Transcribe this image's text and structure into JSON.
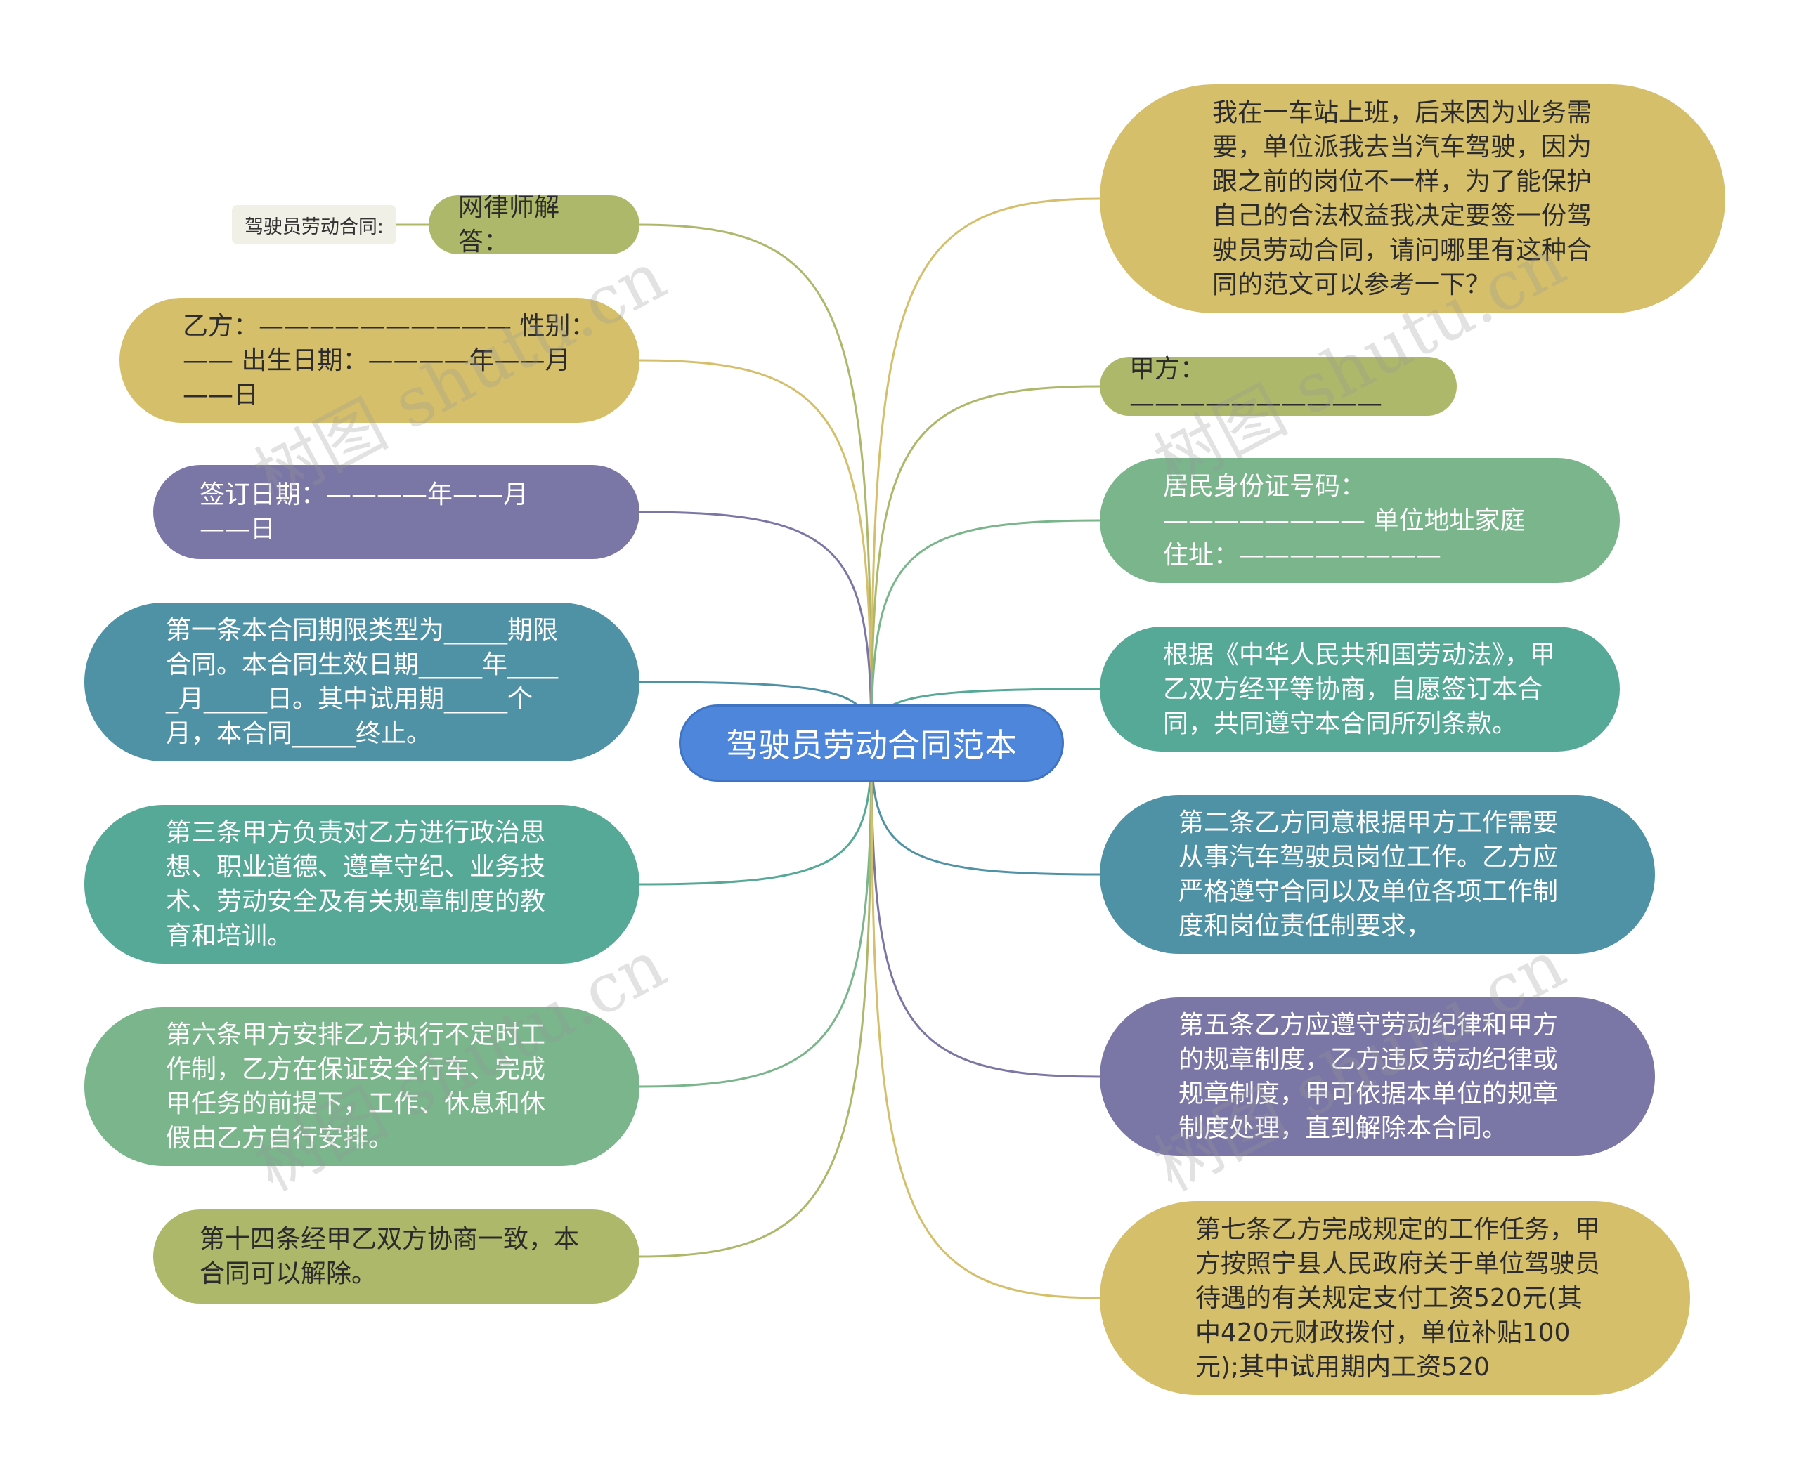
{
  "root": {
    "label": "驾驶员劳动合同范本"
  },
  "tag": {
    "label": "驾驶员劳动合同:"
  },
  "left": [
    {
      "id": "l1",
      "text": "网律师解答：",
      "color": "#aeb86a"
    },
    {
      "id": "l2",
      "text": "乙方：—————————— 性别：—— 出生日期：————年——月——日",
      "color": "#d5bf6b"
    },
    {
      "id": "l3",
      "text": "签订日期：————年——月——日",
      "color": "#7a77a6"
    },
    {
      "id": "l4",
      "text": "第一条本合同期限类型为_____期限合同。本合同生效日期_____年_____月_____日。其中试用期_____个月，本合同_____终止。",
      "color": "#4f91a5"
    },
    {
      "id": "l5",
      "text": "第三条甲方负责对乙方进行政治思想、职业道德、遵章守纪、业务技术、劳动安全及有关规章制度的教育和培训。",
      "color": "#56a897"
    },
    {
      "id": "l6",
      "text": "第六条甲方安排乙方执行不定时工作制，乙方在保证安全行车、完成甲任务的前提下，工作、休息和休假由乙方自行安排。",
      "color": "#7ab58c"
    },
    {
      "id": "l7",
      "text": "第十四条经甲乙双方协商一致，本合同可以解除。",
      "color": "#aeb86a"
    }
  ],
  "right": [
    {
      "id": "r1",
      "text": "我在一车站上班，后来因为业务需要，单位派我去当汽车驾驶，因为跟之前的岗位不一样，为了能保护自己的合法权益我决定要签一份驾驶员劳动合同，请问哪里有这种合同的范文可以参考一下？",
      "color": "#d5bf6b"
    },
    {
      "id": "r2",
      "text": "甲方：——————————",
      "color": "#aeb86a"
    },
    {
      "id": "r3",
      "text": "居民身份证号码：———————— 单位地址家庭住址：————————",
      "color": "#7ab58c"
    },
    {
      "id": "r4",
      "text": "根据《中华人民共和国劳动法》，甲乙双方经平等协商，自愿签订本合同，共同遵守本合同所列条款。",
      "color": "#56a897"
    },
    {
      "id": "r5",
      "text": "第二条乙方同意根据甲方工作需要从事汽车驾驶员岗位工作。乙方应严格遵守合同以及单位各项工作制度和岗位责任制要求，",
      "color": "#4f91a5"
    },
    {
      "id": "r6",
      "text": "第五条乙方应遵守劳动纪律和甲方的规章制度，乙方违反劳动纪律或规章制度，甲可依据本单位的规章制度处理，直到解除本合同。",
      "color": "#7a77a6"
    },
    {
      "id": "r7",
      "text": "第七条乙方完成规定的工作任务，甲方按照宁县人民政府关于单位驾驶员待遇的有关规定支付工资520元(其中420元财政拨付，单位补贴100元);其中试用期内工资520",
      "color": "#d5bf6b"
    }
  ],
  "watermark": {
    "text": "树图 shutu.cn"
  }
}
